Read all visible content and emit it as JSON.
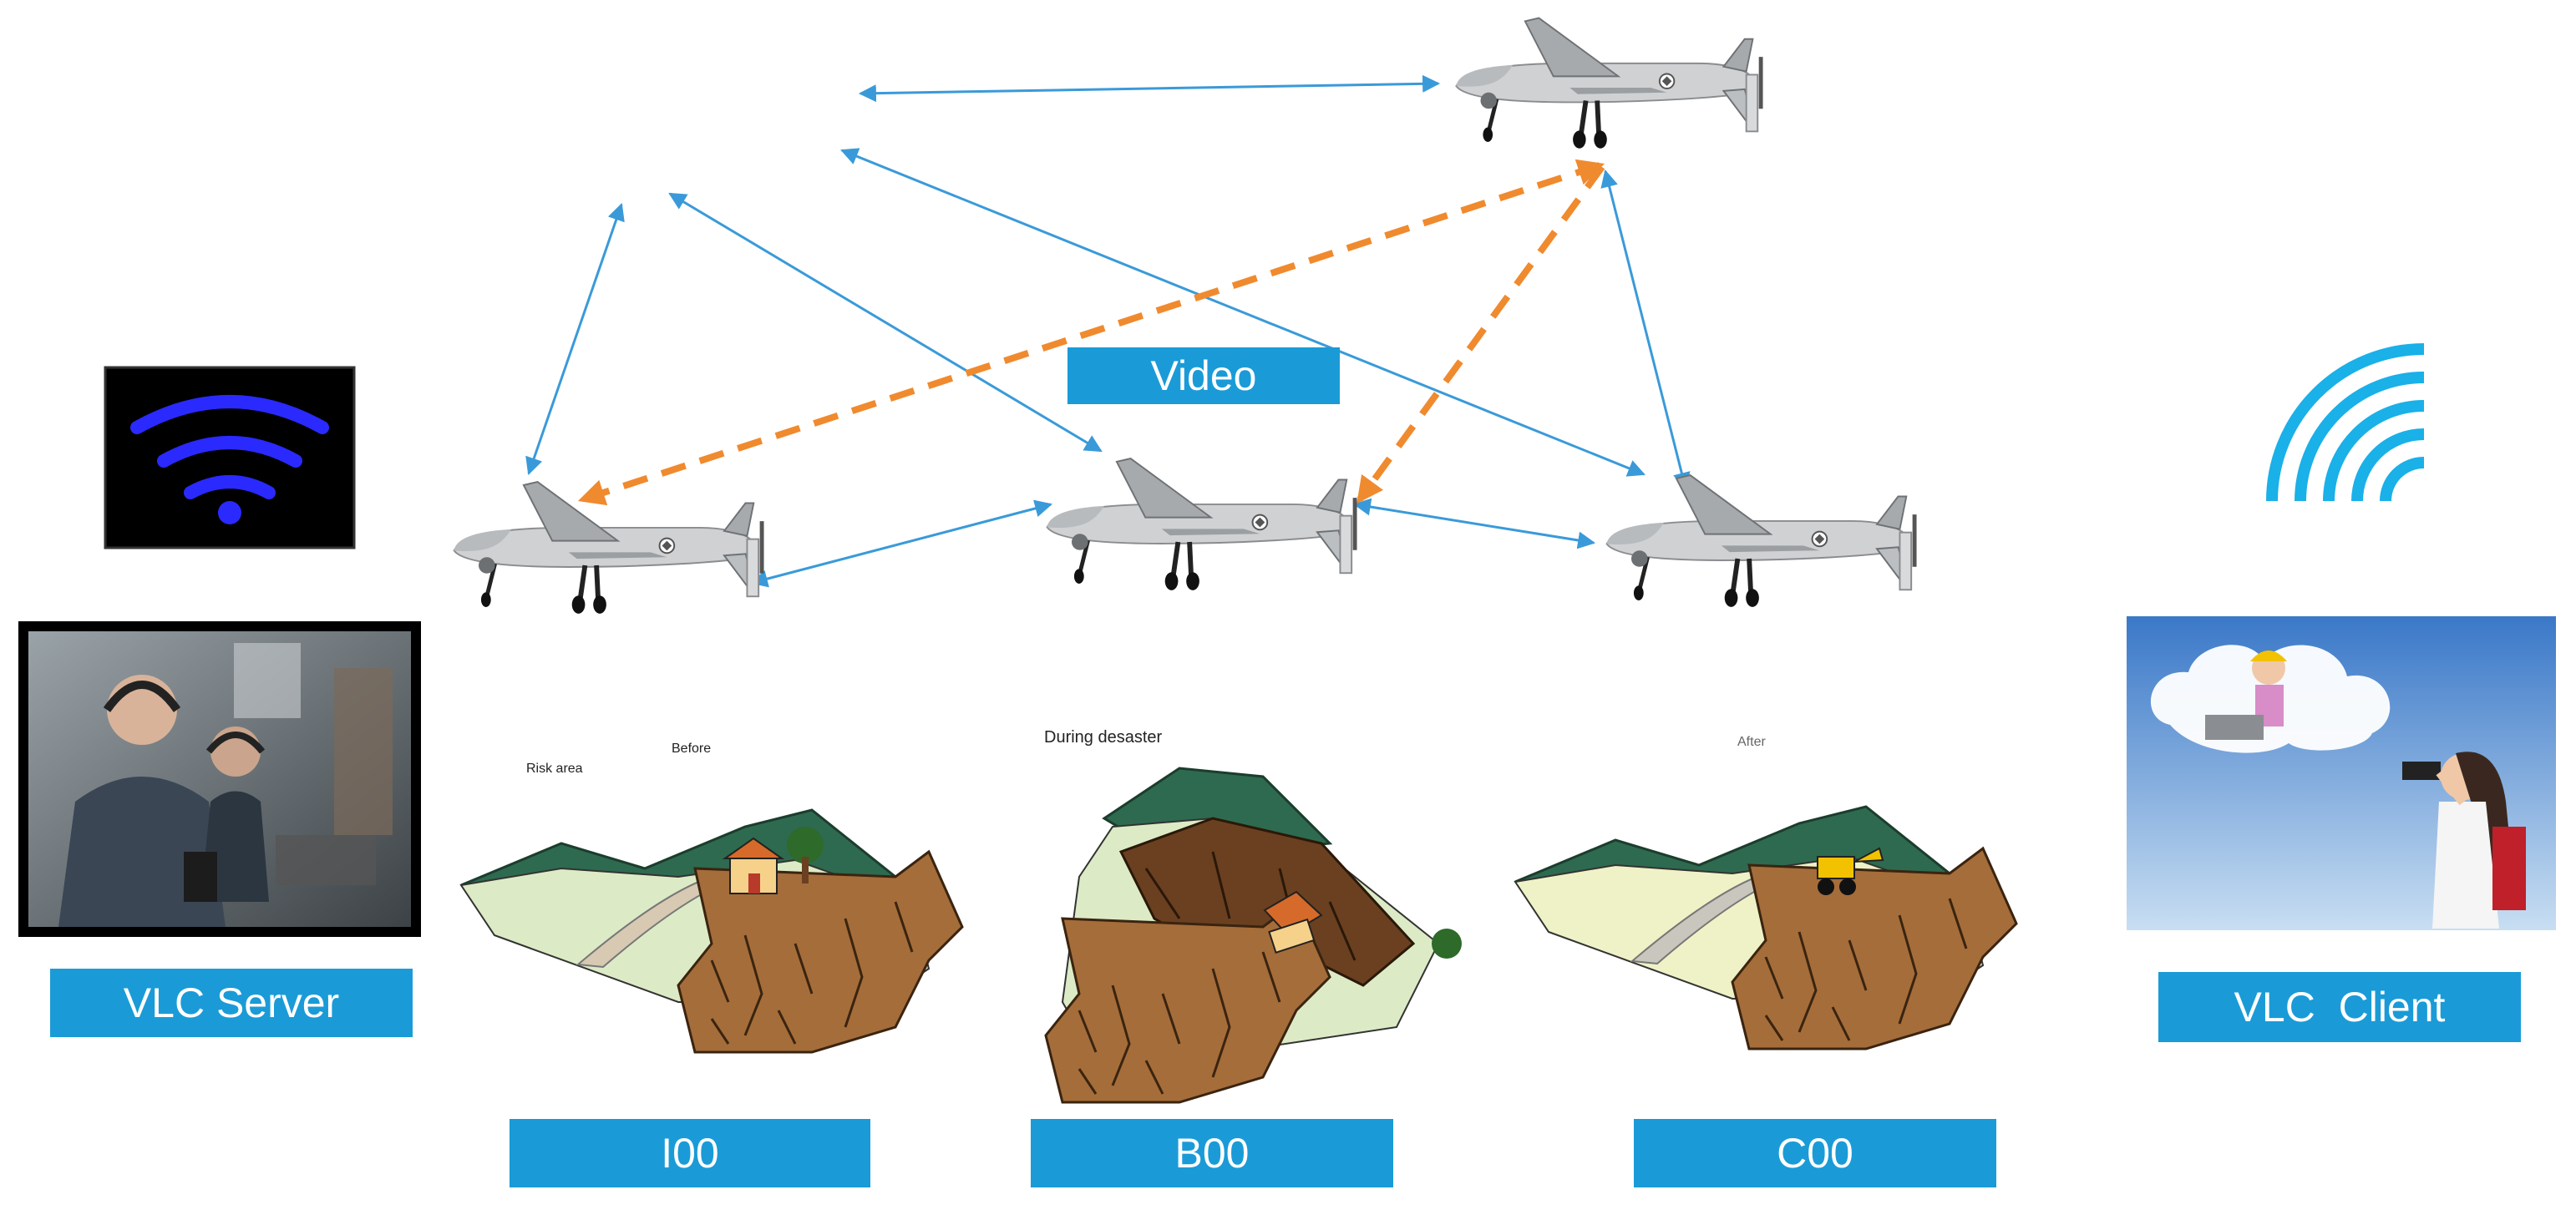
{
  "labels": {
    "video": "Video",
    "vlc_server": "VLC Server",
    "vlc_client": "VLC  Client",
    "i00": "I00",
    "b00": "B00",
    "c00": "C00"
  },
  "scene_text": {
    "risk_area": "Risk area",
    "before": "Before",
    "during": "During desaster",
    "after": "After"
  },
  "colors": {
    "label_bg": "#1a9bd7",
    "label_text": "#ffffff",
    "link_arrow": "#3a9ad9",
    "video_arrow": "#f08a2e",
    "wifi_left": "#2a2aff",
    "wifi_right": "#1ab0e8"
  },
  "icons": {
    "wifi_left": "wifi-icon",
    "wifi_right": "wifi-icon",
    "drone": "uav-drone-icon"
  }
}
